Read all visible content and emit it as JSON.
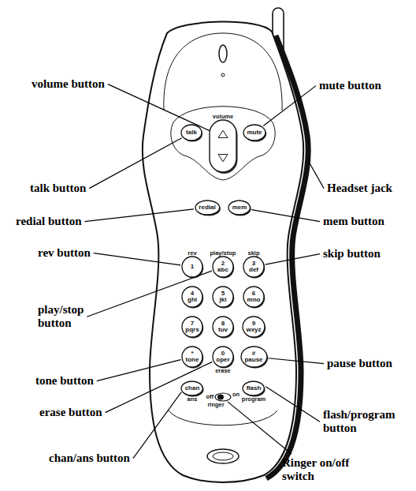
{
  "diagram": {
    "nodes": [
      {
        "text": [
          "volume"
        ]
      },
      {
        "text": [
          "talk"
        ]
      },
      {
        "text": [
          "mute"
        ]
      },
      {
        "text": [
          "redial"
        ]
      },
      {
        "text": [
          "mem"
        ]
      },
      {
        "text": [
          "rev",
          "1"
        ]
      },
      {
        "text": [
          "play/stop",
          "2 abc"
        ]
      },
      {
        "text": [
          "skip",
          "3 def"
        ]
      },
      {
        "text": [
          "4 ghi"
        ]
      },
      {
        "text": [
          "5 jkl"
        ]
      },
      {
        "text": [
          "6 mno"
        ]
      },
      {
        "text": [
          "7 pqrs"
        ]
      },
      {
        "text": [
          "8 tuv"
        ]
      },
      {
        "text": [
          "9 wxyz"
        ]
      },
      {
        "text": [
          "* tone"
        ]
      },
      {
        "text": [
          "0 oper",
          "erase"
        ]
      },
      {
        "text": [
          "# pause"
        ]
      },
      {
        "text": [
          "chan",
          "ans"
        ]
      },
      {
        "text": [
          "off",
          "ringer",
          "on"
        ]
      },
      {
        "text": [
          "flash",
          "program"
        ]
      }
    ],
    "labels": [
      "volume button",
      "mute button",
      "talk button",
      "Headset jack",
      "redial button",
      "mem button",
      "rev button",
      "skip button",
      "play/stop button",
      "pause button",
      "tone button",
      "flash/program button",
      "erase button",
      "chan/ans button",
      "Ringer on/off switch"
    ]
  }
}
